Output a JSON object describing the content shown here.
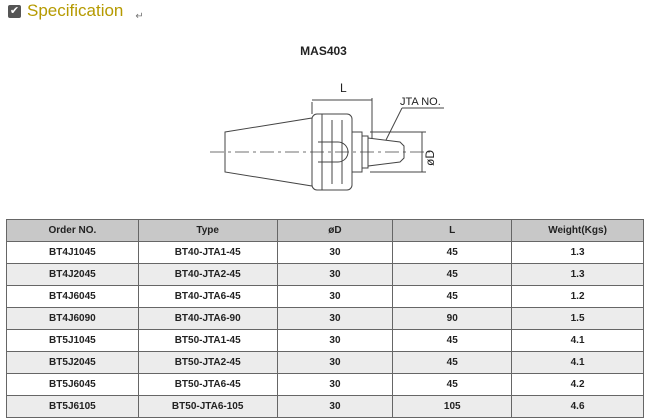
{
  "section": {
    "title": "Specification",
    "return_mark": "↵"
  },
  "drawing": {
    "caption": "MAS403",
    "label_L": "L",
    "label_jta": "JTA NO.",
    "label_D": "øD"
  },
  "table": {
    "headers": [
      "Order NO.",
      "Type",
      "øD",
      "L",
      "Weight(Kgs)"
    ],
    "rows": [
      [
        "BT4J1045",
        "BT40-JTA1-45",
        "30",
        "45",
        "1.3"
      ],
      [
        "BT4J2045",
        "BT40-JTA2-45",
        "30",
        "45",
        "1.3"
      ],
      [
        "BT4J6045",
        "BT40-JTA6-45",
        "30",
        "45",
        "1.2"
      ],
      [
        "BT4J6090",
        "BT40-JTA6-90",
        "30",
        "90",
        "1.5"
      ],
      [
        "BT5J1045",
        "BT50-JTA1-45",
        "30",
        "45",
        "4.1"
      ],
      [
        "BT5J2045",
        "BT50-JTA2-45",
        "30",
        "45",
        "4.1"
      ],
      [
        "BT5J6045",
        "BT50-JTA6-45",
        "30",
        "45",
        "4.2"
      ],
      [
        "BT5J6105",
        "BT50-JTA6-105",
        "30",
        "105",
        "4.6"
      ]
    ]
  }
}
